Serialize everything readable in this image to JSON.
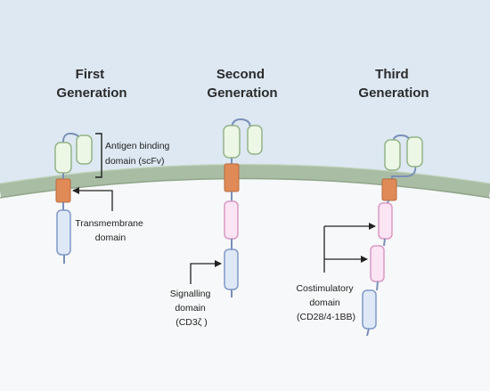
{
  "generations": [
    {
      "line1": "First",
      "line2": "Generation"
    },
    {
      "line1": "Second",
      "line2": "Generation"
    },
    {
      "line1": "Third",
      "line2": "Generation"
    }
  ],
  "labels": {
    "antigen_binding": {
      "line1": "Antigen binding",
      "line2": "domain (scFv)"
    },
    "transmembrane": {
      "line1": "Transmembrane",
      "line2": "domain"
    },
    "signalling": {
      "line1": "Signalling",
      "line2": "domain",
      "line3": "(CD3ζ )"
    },
    "costimulatory": {
      "line1": "Costimulatory",
      "line2": "domain",
      "line3": "(CD28/4-1BB)"
    }
  },
  "colors": {
    "extracellular": "#dde8f2",
    "cytoplasm": "#f7f8f9",
    "membrane": "#a9bda4",
    "scfv_fill": "#edf7e6",
    "scfv_stroke": "#93b487",
    "transmembrane": "#e08a57",
    "costim_fill": "#fbe4f3",
    "costim_stroke": "#d99ac5",
    "signal_fill": "#dfe8f6",
    "signal_stroke": "#7f99c6",
    "linker": "#7a8fb8"
  }
}
